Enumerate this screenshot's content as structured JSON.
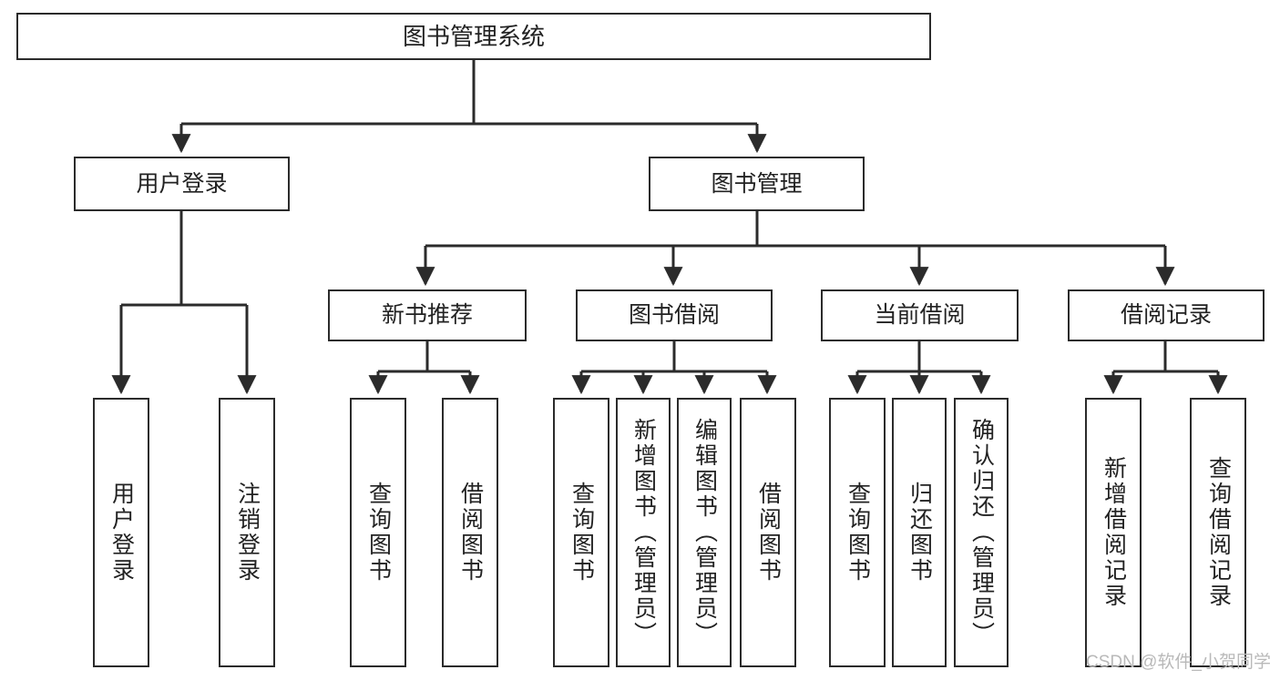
{
  "diagram": {
    "title": "图书管理系统",
    "type": "功能结构图",
    "line_color": "#2b2b2b",
    "box_fill": "#ffffff",
    "text_color": "#222222"
  },
  "root": {
    "label": "图书管理系统"
  },
  "level2": [
    {
      "label": "用户登录"
    },
    {
      "label": "图书管理"
    }
  ],
  "level3": [
    {
      "label": "新书推荐"
    },
    {
      "label": "图书借阅"
    },
    {
      "label": "当前借阅"
    },
    {
      "label": "借阅记录"
    }
  ],
  "leaves": {
    "user_login": [
      {
        "label": "用户登录"
      },
      {
        "label": "注销登录"
      }
    ],
    "new_book_recommend": [
      {
        "label": "查询图书"
      },
      {
        "label": "借阅图书"
      }
    ],
    "book_borrow": [
      {
        "label": "查询图书"
      },
      {
        "label": "新增图书（管理员）"
      },
      {
        "label": "编辑图书（管理员）"
      },
      {
        "label": "借阅图书"
      }
    ],
    "current_borrow": [
      {
        "label": "查询图书"
      },
      {
        "label": "归还图书"
      },
      {
        "label": "确认归还（管理员）"
      }
    ],
    "borrow_record": [
      {
        "label": "新增借阅记录"
      },
      {
        "label": "查询借阅记录"
      }
    ]
  },
  "watermark": {
    "text": "CSDN @软件_小贺同学"
  }
}
